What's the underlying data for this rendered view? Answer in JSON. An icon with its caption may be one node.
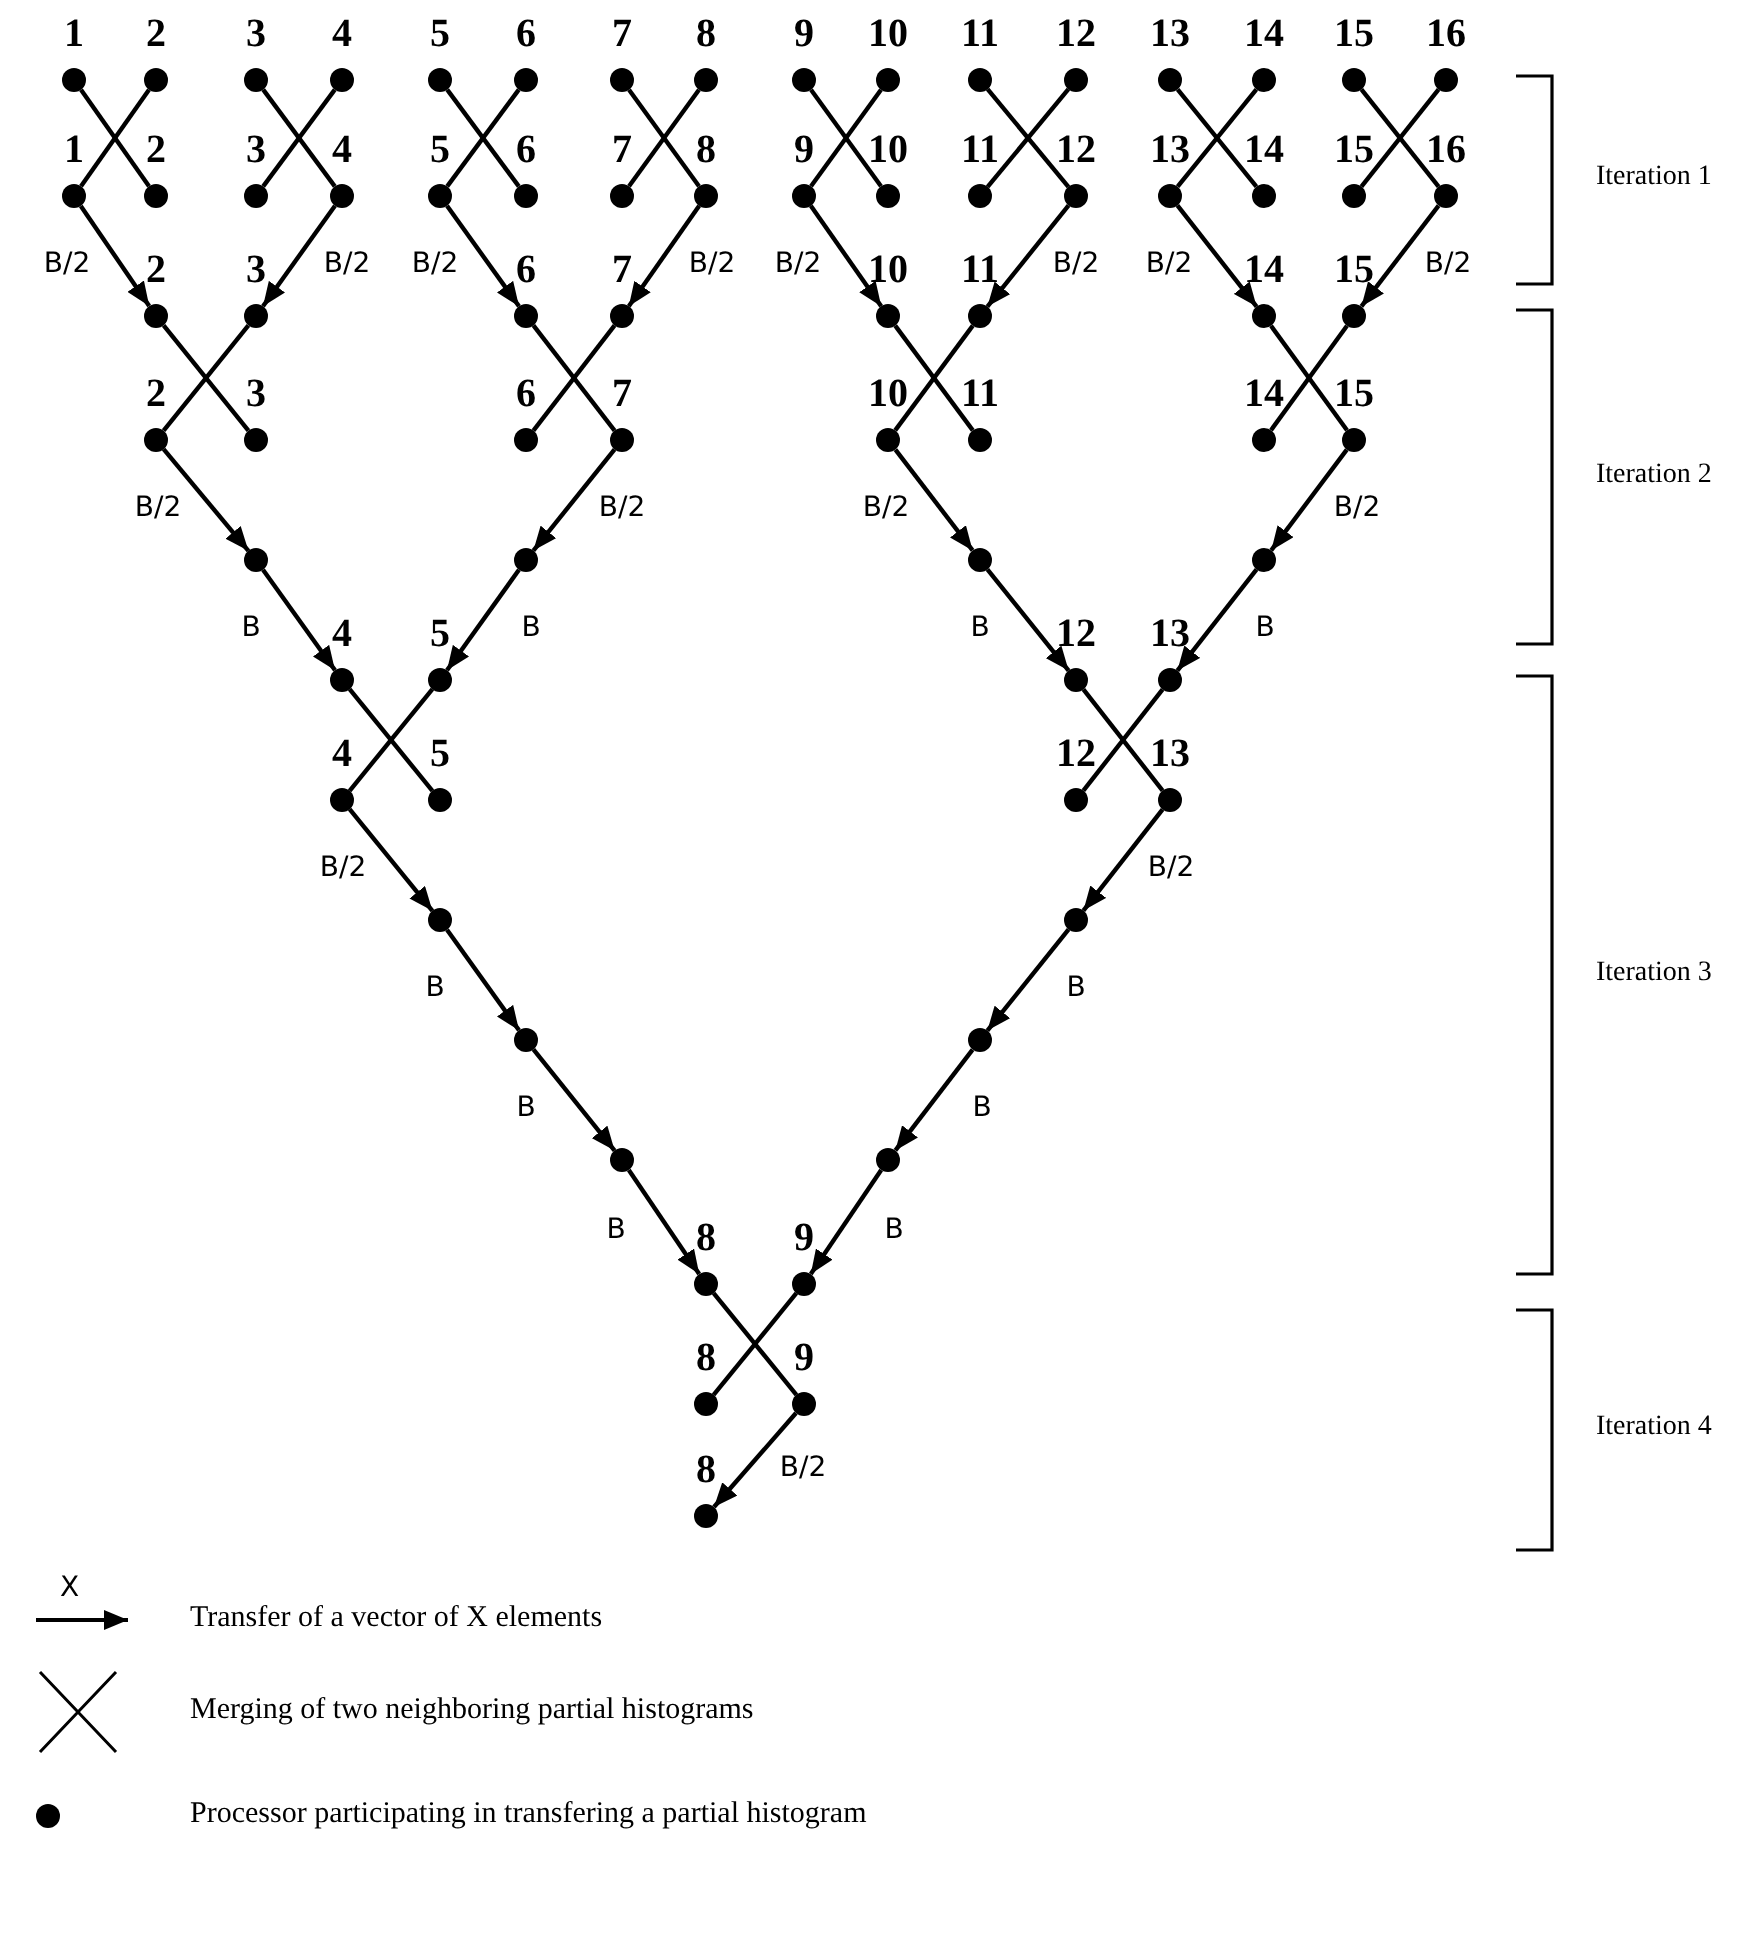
{
  "diagram": {
    "nodes": [
      {
        "text": [],
        "shape": "circle",
        "beside": [
          "1"
        ]
      },
      {
        "text": [],
        "shape": "circle",
        "beside": [
          "2"
        ]
      },
      {
        "text": [],
        "shape": "circle",
        "beside": [
          "3"
        ]
      },
      {
        "text": [],
        "shape": "circle",
        "beside": [
          "4"
        ]
      },
      {
        "text": [],
        "shape": "circle",
        "beside": [
          "5"
        ]
      },
      {
        "text": [],
        "shape": "circle",
        "beside": [
          "6"
        ]
      },
      {
        "text": [],
        "shape": "circle",
        "beside": [
          "7"
        ]
      },
      {
        "text": [],
        "shape": "circle",
        "beside": [
          "8"
        ]
      },
      {
        "text": [],
        "shape": "circle",
        "beside": [
          "9"
        ]
      },
      {
        "text": [],
        "shape": "circle",
        "beside": [
          "10"
        ]
      },
      {
        "text": [],
        "shape": "circle",
        "beside": [
          "11"
        ]
      },
      {
        "text": [],
        "shape": "circle",
        "beside": [
          "12"
        ]
      },
      {
        "text": [],
        "shape": "circle",
        "beside": [
          "13"
        ]
      },
      {
        "text": [],
        "shape": "circle",
        "beside": [
          "14"
        ]
      },
      {
        "text": [],
        "shape": "circle",
        "beside": [
          "15"
        ]
      },
      {
        "text": [],
        "shape": "circle",
        "beside": [
          "16"
        ]
      },
      {
        "text": [],
        "shape": "circle",
        "beside": [
          "1"
        ]
      },
      {
        "text": [],
        "shape": "circle",
        "beside": [
          "2"
        ]
      },
      {
        "text": [],
        "shape": "circle",
        "beside": [
          "3"
        ]
      },
      {
        "text": [],
        "shape": "circle",
        "beside": [
          "4"
        ]
      },
      {
        "text": [],
        "shape": "circle",
        "beside": [
          "5"
        ]
      },
      {
        "text": [],
        "shape": "circle",
        "beside": [
          "6"
        ]
      },
      {
        "text": [],
        "shape": "circle",
        "beside": [
          "7"
        ]
      },
      {
        "text": [],
        "shape": "circle",
        "beside": [
          "8"
        ]
      },
      {
        "text": [],
        "shape": "circle",
        "beside": [
          "9"
        ]
      },
      {
        "text": [],
        "shape": "circle",
        "beside": [
          "10"
        ]
      },
      {
        "text": [],
        "shape": "circle",
        "beside": [
          "11"
        ]
      },
      {
        "text": [],
        "shape": "circle",
        "beside": [
          "12"
        ]
      },
      {
        "text": [],
        "shape": "circle",
        "beside": [
          "13"
        ]
      },
      {
        "text": [],
        "shape": "circle",
        "beside": [
          "14"
        ]
      },
      {
        "text": [],
        "shape": "circle",
        "beside": [
          "15"
        ]
      },
      {
        "text": [],
        "shape": "circle",
        "beside": [
          "16"
        ]
      },
      {
        "text": [],
        "shape": "circle",
        "beside": [
          "2"
        ]
      },
      {
        "text": [],
        "shape": "circle",
        "beside": [
          "3"
        ]
      },
      {
        "text": [],
        "shape": "circle",
        "beside": [
          "6"
        ]
      },
      {
        "text": [],
        "shape": "circle",
        "beside": [
          "7"
        ]
      },
      {
        "text": [],
        "shape": "circle",
        "beside": [
          "10"
        ]
      },
      {
        "text": [],
        "shape": "circle",
        "beside": [
          "11"
        ]
      },
      {
        "text": [],
        "shape": "circle",
        "beside": [
          "14"
        ]
      },
      {
        "text": [],
        "shape": "circle",
        "beside": [
          "15"
        ]
      },
      {
        "text": [],
        "shape": "circle",
        "beside": [
          "2"
        ]
      },
      {
        "text": [],
        "shape": "circle",
        "beside": [
          "3"
        ]
      },
      {
        "text": [],
        "shape": "circle",
        "beside": [
          "6"
        ]
      },
      {
        "text": [],
        "shape": "circle",
        "beside": [
          "7"
        ]
      },
      {
        "text": [],
        "shape": "circle",
        "beside": [
          "10"
        ]
      },
      {
        "text": [],
        "shape": "circle",
        "beside": [
          "11"
        ]
      },
      {
        "text": [],
        "shape": "circle",
        "beside": [
          "14"
        ]
      },
      {
        "text": [],
        "shape": "circle",
        "beside": [
          "15"
        ]
      },
      {
        "text": [],
        "shape": "circle"
      },
      {
        "text": [],
        "shape": "circle"
      },
      {
        "text": [],
        "shape": "circle"
      },
      {
        "text": [],
        "shape": "circle"
      },
      {
        "text": [],
        "shape": "circle",
        "beside": [
          "4"
        ]
      },
      {
        "text": [],
        "shape": "circle",
        "beside": [
          "5"
        ]
      },
      {
        "text": [],
        "shape": "circle",
        "beside": [
          "12"
        ]
      },
      {
        "text": [],
        "shape": "circle",
        "beside": [
          "13"
        ]
      },
      {
        "text": [],
        "shape": "circle",
        "beside": [
          "4"
        ]
      },
      {
        "text": [],
        "shape": "circle",
        "beside": [
          "5"
        ]
      },
      {
        "text": [],
        "shape": "circle",
        "beside": [
          "12"
        ]
      },
      {
        "text": [],
        "shape": "circle",
        "beside": [
          "13"
        ]
      },
      {
        "text": [],
        "shape": "circle"
      },
      {
        "text": [],
        "shape": "circle"
      },
      {
        "text": [],
        "shape": "circle"
      },
      {
        "text": [],
        "shape": "circle"
      },
      {
        "text": [],
        "shape": "circle"
      },
      {
        "text": [],
        "shape": "circle"
      },
      {
        "text": [],
        "shape": "circle",
        "beside": [
          "8"
        ]
      },
      {
        "text": [],
        "shape": "circle",
        "beside": [
          "9"
        ]
      },
      {
        "text": [],
        "shape": "circle",
        "beside": [
          "8"
        ]
      },
      {
        "text": [],
        "shape": "circle",
        "beside": [
          "9"
        ]
      },
      {
        "text": [],
        "shape": "circle",
        "beside": [
          "8"
        ]
      }
    ],
    "edges": [
      {
        "from": 0,
        "to": 17,
        "arrow": "none"
      },
      {
        "from": 1,
        "to": 16,
        "arrow": "none"
      },
      {
        "from": 2,
        "to": 19,
        "arrow": "none"
      },
      {
        "from": 3,
        "to": 18,
        "arrow": "none"
      },
      {
        "from": 4,
        "to": 21,
        "arrow": "none"
      },
      {
        "from": 5,
        "to": 20,
        "arrow": "none"
      },
      {
        "from": 6,
        "to": 23,
        "arrow": "none"
      },
      {
        "from": 7,
        "to": 22,
        "arrow": "none"
      },
      {
        "from": 8,
        "to": 25,
        "arrow": "none"
      },
      {
        "from": 9,
        "to": 24,
        "arrow": "none"
      },
      {
        "from": 10,
        "to": 27,
        "arrow": "none"
      },
      {
        "from": 11,
        "to": 26,
        "arrow": "none"
      },
      {
        "from": 12,
        "to": 29,
        "arrow": "none"
      },
      {
        "from": 13,
        "to": 28,
        "arrow": "none"
      },
      {
        "from": 14,
        "to": 31,
        "arrow": "none"
      },
      {
        "from": 15,
        "to": 30,
        "arrow": "none"
      },
      {
        "from": 16,
        "to": 32,
        "arrow": "to",
        "label": "B/2"
      },
      {
        "from": 19,
        "to": 33,
        "arrow": "to",
        "label": "B/2"
      },
      {
        "from": 20,
        "to": 34,
        "arrow": "to",
        "label": "B/2"
      },
      {
        "from": 23,
        "to": 35,
        "arrow": "to",
        "label": "B/2"
      },
      {
        "from": 24,
        "to": 36,
        "arrow": "to",
        "label": "B/2"
      },
      {
        "from": 27,
        "to": 37,
        "arrow": "to",
        "label": "B/2"
      },
      {
        "from": 28,
        "to": 38,
        "arrow": "to",
        "label": "B/2"
      },
      {
        "from": 31,
        "to": 39,
        "arrow": "to",
        "label": "B/2"
      },
      {
        "from": 32,
        "to": 41,
        "arrow": "none"
      },
      {
        "from": 33,
        "to": 40,
        "arrow": "none"
      },
      {
        "from": 34,
        "to": 43,
        "arrow": "none"
      },
      {
        "from": 35,
        "to": 42,
        "arrow": "none"
      },
      {
        "from": 36,
        "to": 45,
        "arrow": "none"
      },
      {
        "from": 37,
        "to": 44,
        "arrow": "none"
      },
      {
        "from": 38,
        "to": 47,
        "arrow": "none"
      },
      {
        "from": 39,
        "to": 46,
        "arrow": "none"
      },
      {
        "from": 40,
        "to": 48,
        "arrow": "to",
        "label": "B/2"
      },
      {
        "from": 48,
        "to": 52,
        "arrow": "to",
        "label": "B"
      },
      {
        "from": 43,
        "to": 49,
        "arrow": "to",
        "label": "B/2"
      },
      {
        "from": 49,
        "to": 53,
        "arrow": "to",
        "label": "B"
      },
      {
        "from": 44,
        "to": 50,
        "arrow": "to",
        "label": "B/2"
      },
      {
        "from": 50,
        "to": 54,
        "arrow": "to",
        "label": "B"
      },
      {
        "from": 47,
        "to": 51,
        "arrow": "to",
        "label": "B/2"
      },
      {
        "from": 51,
        "to": 55,
        "arrow": "to",
        "label": "B"
      },
      {
        "from": 52,
        "to": 57,
        "arrow": "none"
      },
      {
        "from": 53,
        "to": 56,
        "arrow": "none"
      },
      {
        "from": 54,
        "to": 59,
        "arrow": "none"
      },
      {
        "from": 55,
        "to": 58,
        "arrow": "none"
      },
      {
        "from": 56,
        "to": 60,
        "arrow": "to",
        "label": "B/2"
      },
      {
        "from": 60,
        "to": 62,
        "arrow": "to",
        "label": "B"
      },
      {
        "from": 62,
        "to": 64,
        "arrow": "to",
        "label": "B"
      },
      {
        "from": 64,
        "to": 66,
        "arrow": "to",
        "label": "B"
      },
      {
        "from": 59,
        "to": 61,
        "arrow": "to",
        "label": "B/2"
      },
      {
        "from": 61,
        "to": 63,
        "arrow": "to",
        "label": "B"
      },
      {
        "from": 63,
        "to": 65,
        "arrow": "to",
        "label": "B"
      },
      {
        "from": 65,
        "to": 67,
        "arrow": "to",
        "label": "B"
      },
      {
        "from": 66,
        "to": 69,
        "arrow": "none"
      },
      {
        "from": 67,
        "to": 68,
        "arrow": "none"
      },
      {
        "from": 69,
        "to": 70,
        "arrow": "to",
        "label": "B/2"
      }
    ],
    "labels": [
      "Iteration 1",
      "Iteration 2",
      "Iteration 3",
      "Iteration 4",
      "X"
    ],
    "legend": [
      {
        "text": "Transfer of a vector of X elements"
      },
      {
        "text": "Merging of two neighboring partial histograms"
      },
      {
        "text": "Processor participating in transfering a partial histogram"
      }
    ]
  }
}
